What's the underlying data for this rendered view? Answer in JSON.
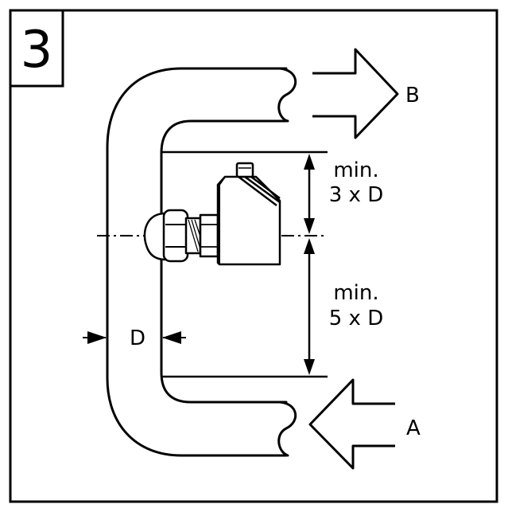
{
  "figure": {
    "number": "3"
  },
  "labels": {
    "outlet": "B",
    "inlet": "A",
    "diameter": "D",
    "upstream": {
      "line1": "min.",
      "line2": "3 x D"
    },
    "downstream": {
      "line1": "min.",
      "line2": "5 x D"
    }
  },
  "colors": {
    "ink": "#000000",
    "background": "#ffffff"
  }
}
